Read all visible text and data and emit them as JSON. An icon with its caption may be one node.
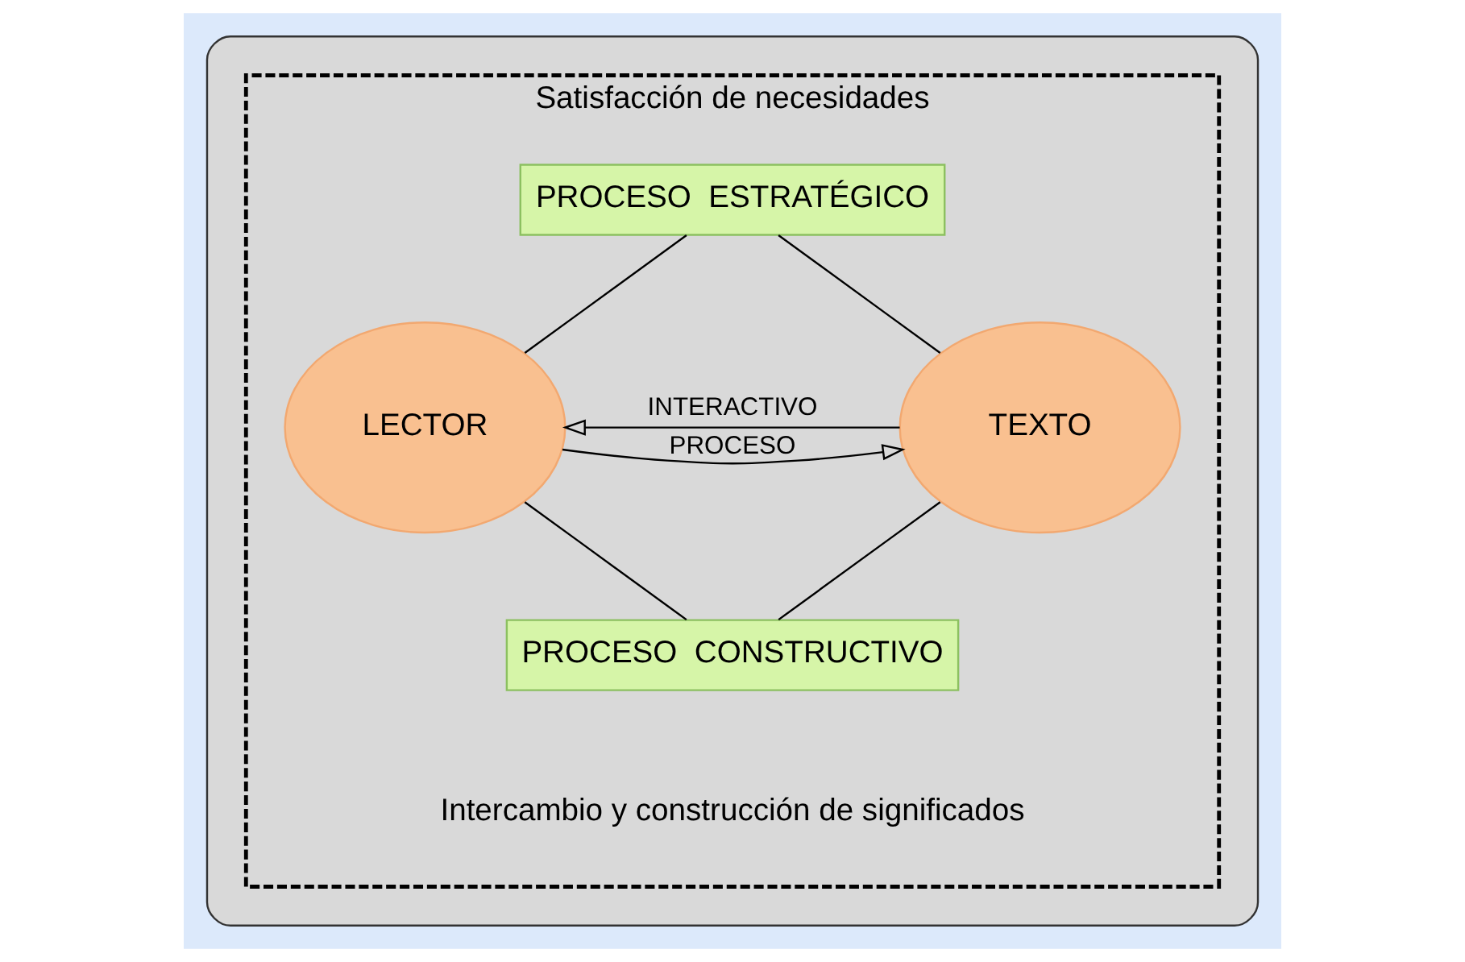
{
  "diagram": {
    "nodes": [
      {
        "text": [],
        "shape": "box"
      },
      {
        "text": [
          "Satisfacción de necesidades",
          "Intercambio y construcción de significados"
        ],
        "in": 0
      },
      {
        "text": [
          "PROCESO  ESTRATÉGICO"
        ],
        "in": 1
      },
      {
        "text": [
          "LECTOR"
        ],
        "in": 1
      },
      {
        "text": [
          "TEXTO"
        ],
        "in": 1
      },
      {
        "text": [
          "PROCESO  CONSTRUCTIVO"
        ],
        "in": 1
      }
    ],
    "edges": [
      {
        "from": 2,
        "to": 3,
        "arrow": "none"
      },
      {
        "from": 2,
        "to": 4,
        "arrow": "none"
      },
      {
        "from": 3,
        "to": 4,
        "arrow": "to",
        "label": "PROCESO"
      },
      {
        "from": 4,
        "to": 3,
        "arrow": "to",
        "label": "INTERACTIVO"
      },
      {
        "from": 3,
        "to": 5,
        "arrow": "none"
      },
      {
        "from": 4,
        "to": 5,
        "arrow": "none"
      }
    ]
  }
}
